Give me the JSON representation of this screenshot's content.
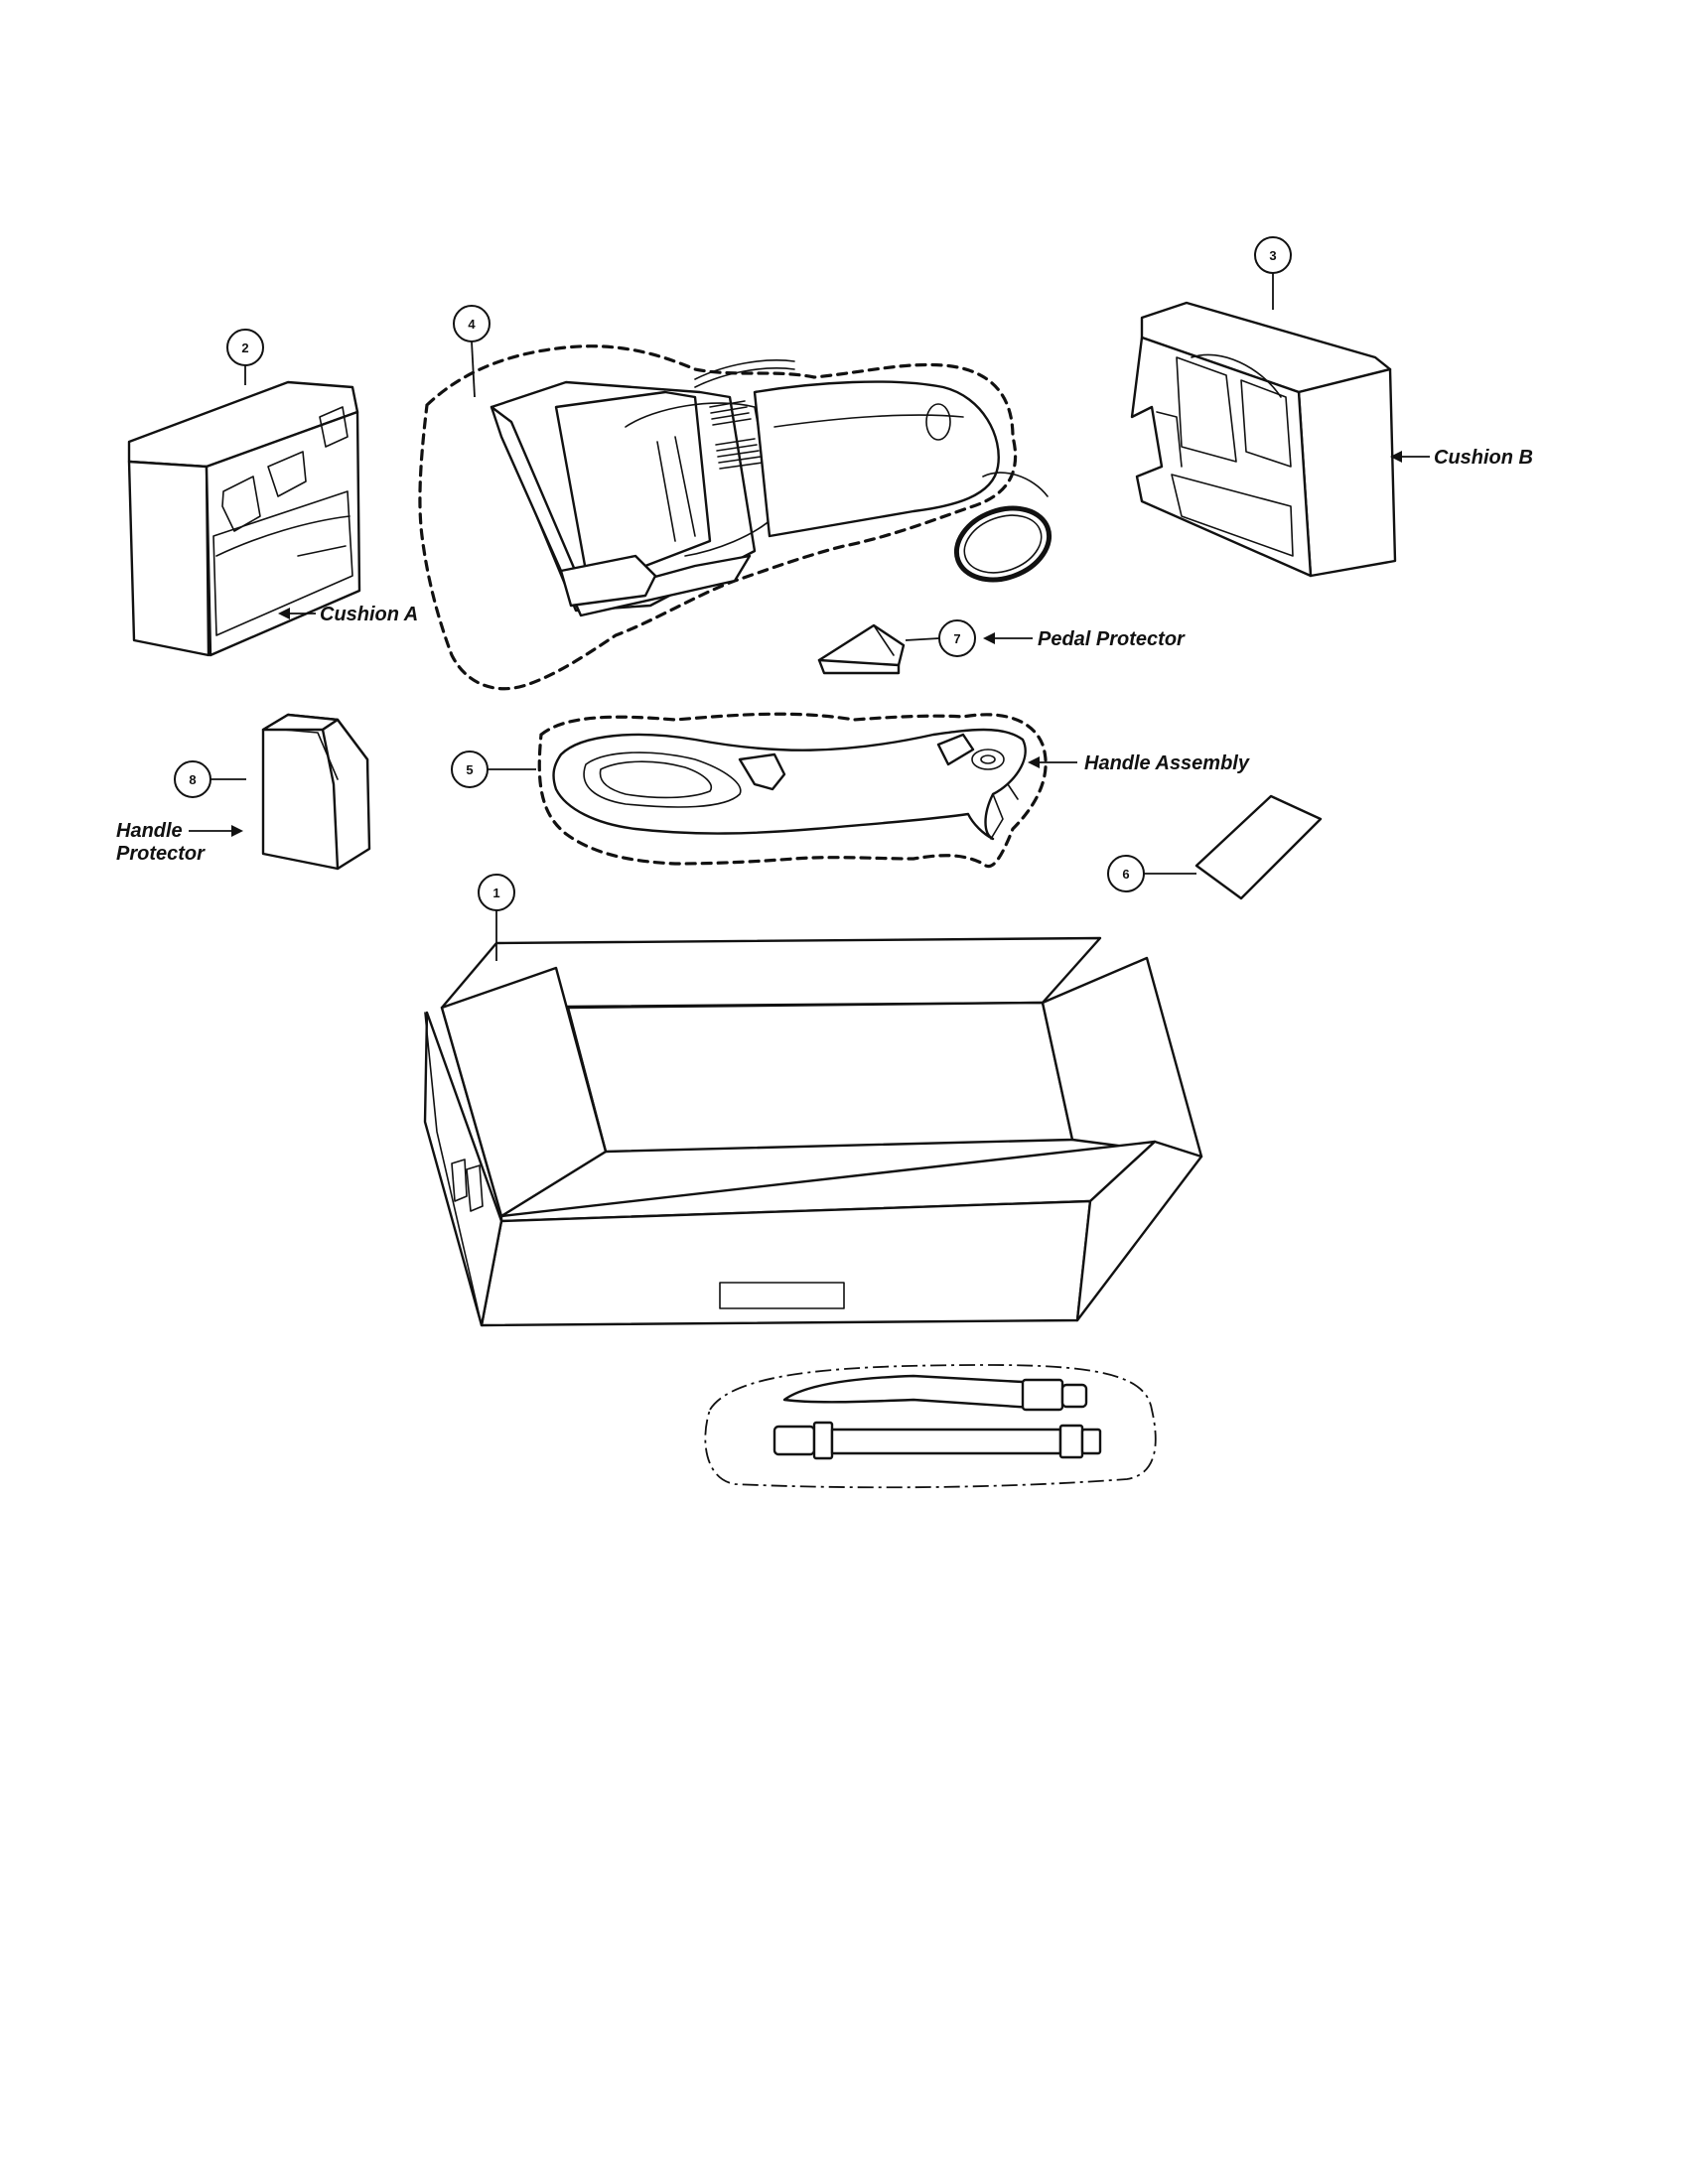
{
  "callouts": {
    "c1": "1",
    "c2": "2",
    "c3": "3",
    "c4": "4",
    "c5": "5",
    "c6": "6",
    "c7": "7",
    "c8": "8"
  },
  "labels": {
    "cushion_a": "Cushion A",
    "cushion_b": "Cushion B",
    "pedal_protector": "Pedal Protector",
    "handle_assembly": "Handle Assembly",
    "handle_protector_line1": "Handle",
    "handle_protector_line2": "Protector"
  }
}
